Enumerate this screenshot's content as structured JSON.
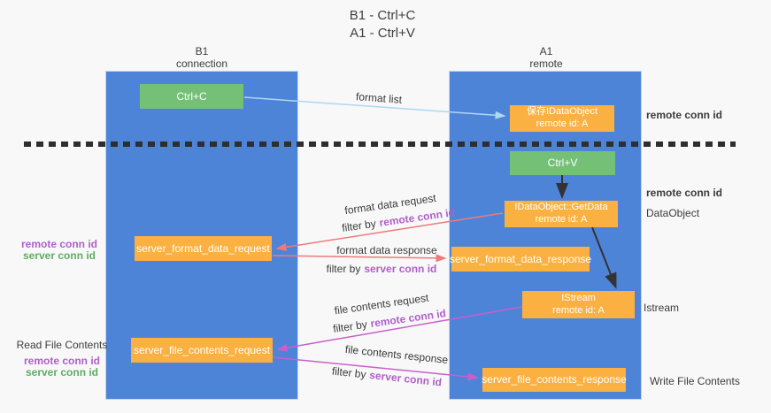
{
  "title": {
    "line1": "B1 - Ctrl+C",
    "line2": "A1 - Ctrl+V"
  },
  "lanes": {
    "left": {
      "name": "B1",
      "subtitle": "connection"
    },
    "right": {
      "name": "A1",
      "subtitle": "remote"
    }
  },
  "nodes": {
    "ctrl_c": {
      "label": "Ctrl+C"
    },
    "save_idataobject": {
      "line1": "保存IDataObject",
      "line2": "remote id: A"
    },
    "ctrl_v": {
      "label": "Ctrl+V"
    },
    "idataobject_getdata": {
      "line1": "IDataObject::GetData",
      "line2": "remote id: A"
    },
    "server_format_data_request": {
      "label": "server_format_data_request"
    },
    "server_format_data_response": {
      "label": "server_format_data_response"
    },
    "istream": {
      "line1": "IStream",
      "line2": "remote id: A"
    },
    "server_file_contents_request": {
      "label": "server_file_contents_request"
    },
    "server_file_contents_response": {
      "label": "server_file_contents_response"
    }
  },
  "edges": {
    "format_list": {
      "label": "format list"
    },
    "format_data_request": {
      "label": "format data request",
      "filter_prefix": "filter by",
      "filter_key": "remote conn id"
    },
    "format_data_response": {
      "label": "format data response",
      "filter_prefix": "filter by",
      "filter_key": "server conn id"
    },
    "file_contents_request": {
      "label": "file contents request",
      "filter_prefix": "filter by",
      "filter_key": "remote conn id"
    },
    "file_contents_response": {
      "label": "file contents response",
      "filter_prefix": "filter by",
      "filter_key": "server conn id"
    }
  },
  "annotations": {
    "right_top": {
      "remote_conn_id": "remote conn id"
    },
    "right_dataobject": {
      "remote_conn_id": "remote conn id",
      "label": "DataObject"
    },
    "right_istream": {
      "label": "Istream"
    },
    "right_bottom": {
      "label": "Write File Contents"
    },
    "left_mid": {
      "remote_conn_id": "remote conn id",
      "server_conn_id": "server conn id"
    },
    "left_bottom": {
      "label": "Read File Contents",
      "remote_conn_id": "remote conn id",
      "server_conn_id": "server conn id"
    }
  },
  "colors": {
    "lane_blue": "#4e84d8",
    "node_green": "#74c077",
    "node_orange": "#fbb042",
    "arrow_lightblue": "#aed7f2",
    "arrow_salmon": "#ee7a7a",
    "arrow_magenta": "#cb5ecb",
    "arrow_black": "#333333",
    "text_purple": "#b05fc8",
    "text_green": "#5ead62"
  }
}
